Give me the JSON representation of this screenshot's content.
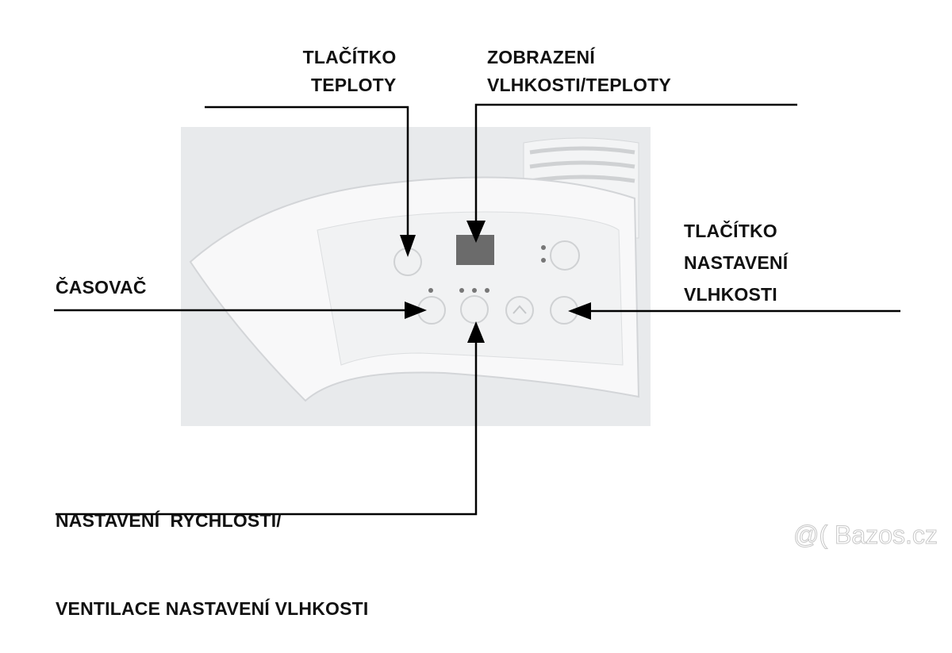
{
  "labels": {
    "temperature_button": [
      "TLAČÍTKO",
      "TEPLOTY"
    ],
    "display": [
      "ZOBRAZENÍ",
      "VLHKOSTI/TEPLOTY"
    ],
    "timer": [
      "ČASOVAČ"
    ],
    "humidity_button": [
      "TLAČÍTKO",
      "NASTAVENÍ",
      "VLHKOSTI"
    ],
    "speed": [
      "NASTAVENÍ  RYCHLOSTI/",
      "VENTILACE NASTAVENÍ VLHKOSTI"
    ]
  },
  "watermark": "@( Bazos.cz",
  "colors": {
    "panel_bg": "#e9ebed",
    "display": "#6b6b6b",
    "arrow": "#000000"
  }
}
